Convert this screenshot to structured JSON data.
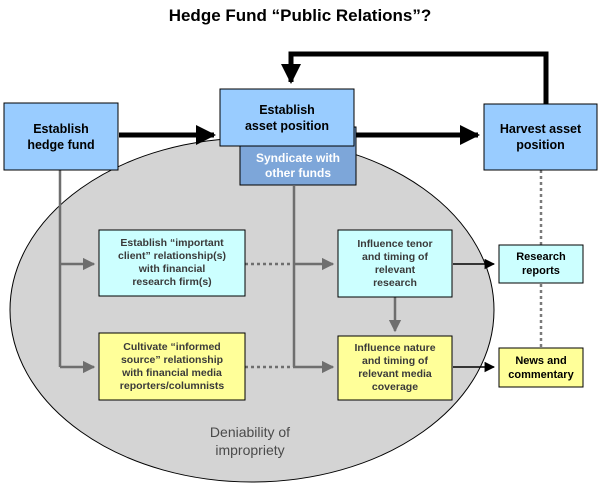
{
  "title": "Hedge Fund “Public Relations”?",
  "nodes": {
    "establish_fund": "Establish\nhedge fund",
    "establish_position": "Establish\nasset position",
    "syndicate": "Syndicate with\nother funds",
    "harvest": "Harvest asset\nposition",
    "research_relationship": "Establish “important\nclient” relationship(s)\nwith financial\nresearch firm(s)",
    "influence_research": "Influence tenor\nand timing of\nrelevant\nresearch",
    "research_reports": "Research\nreports",
    "media_relationship": "Cultivate “informed\nsource” relationship\nwith financial media\nreporters/columnists",
    "influence_media": "Influence nature\nand timing of\nrelevant media\ncoverage",
    "news_commentary": "News and\ncommentary"
  },
  "ellipse_label": "Deniability of\nimpropriety",
  "colors": {
    "blue_box": "#99ccff",
    "syndicate_box": "#7da6d9",
    "cyan_box": "#ccffff",
    "yellow_box": "#ffff99",
    "ellipse_fill": "#d4d4d4",
    "gray_arrow": "#6e6e6e"
  }
}
